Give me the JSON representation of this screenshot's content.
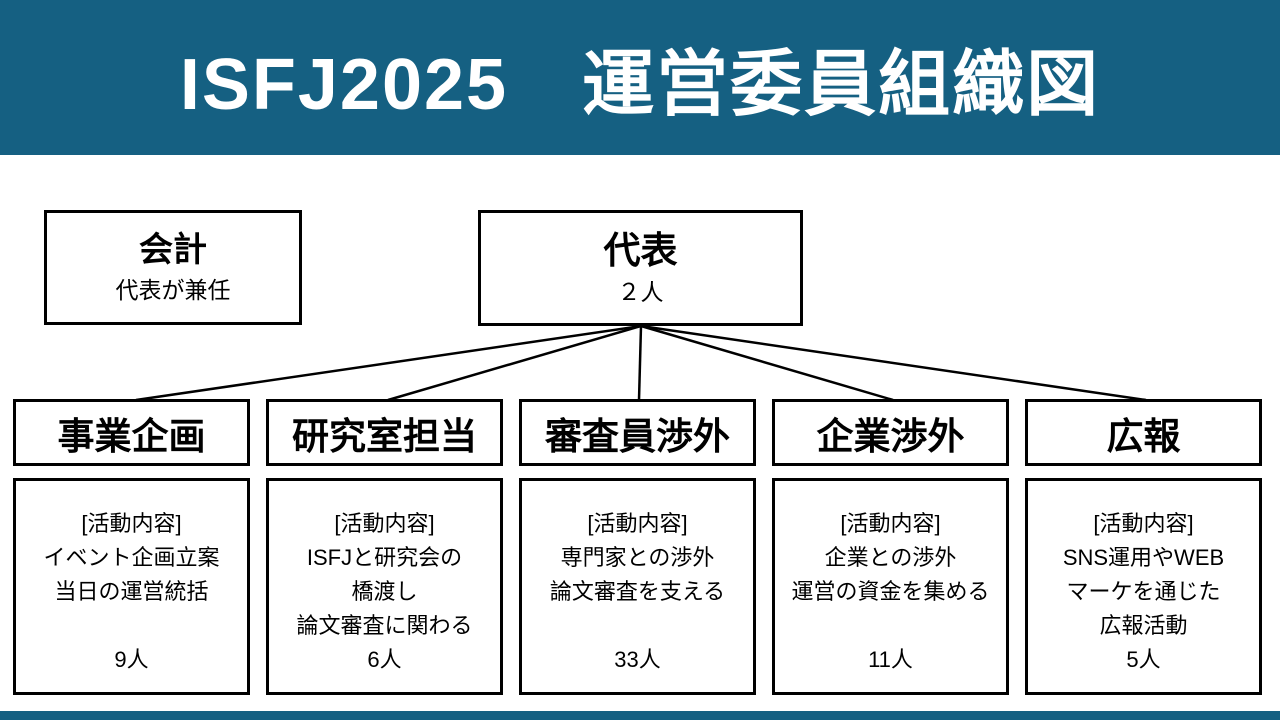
{
  "header": {
    "title": "ISFJ2025　運営委員組織図",
    "bg_color": "#156082",
    "text_color": "#ffffff"
  },
  "top_nodes": {
    "accounting": {
      "title": "会計",
      "subtitle": "代表が兼任"
    },
    "leader": {
      "title": "代表",
      "subtitle": "２人"
    }
  },
  "departments": [
    {
      "title": "事業企画",
      "details": "[活動内容]\nイベント企画立案\n当日の運営統括\n\n9人",
      "members": "9人"
    },
    {
      "title": "研究室担当",
      "details": "[活動内容]\nISFJと研究会の\n橋渡し\n論文審査に関わる\n6人",
      "members": "6人"
    },
    {
      "title": "審査員渉外",
      "details": "[活動内容]\n専門家との渉外\n論文審査を支える\n\n33人",
      "members": "33人"
    },
    {
      "title": "企業渉外",
      "details": "[活動内容]\n企業との渉外\n運営の資金を集める\n\n11人",
      "members": "11人"
    },
    {
      "title": "広報",
      "details": "[活動内容]\nSNS運用やWEB\nマーケを通じた\n広報活動\n5人",
      "members": "5人"
    }
  ],
  "footer": {
    "bg_color": "#156082"
  },
  "connector_color": "#000000"
}
